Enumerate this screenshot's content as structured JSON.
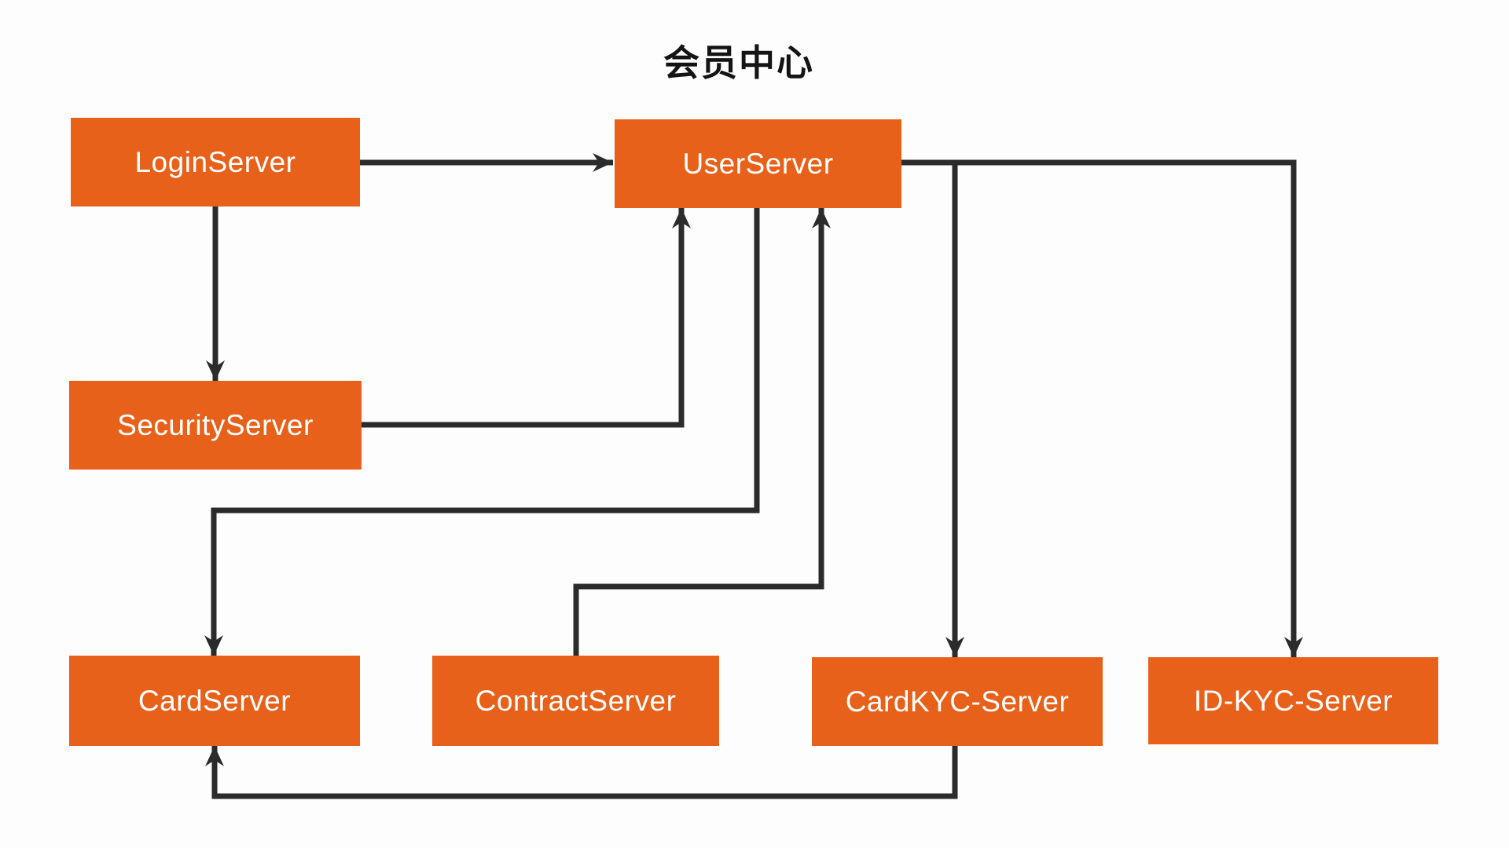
{
  "title": "会员中心",
  "colors": {
    "node_fill": "#e8611a",
    "node_text": "#ffffff",
    "line": "#2b2b2b",
    "title_text": "#141414",
    "background": "#fdfdfd"
  },
  "nodes": [
    {
      "id": "login-server",
      "label": "LoginServer"
    },
    {
      "id": "user-server",
      "label": "UserServer"
    },
    {
      "id": "security-server",
      "label": "SecurityServer"
    },
    {
      "id": "card-server",
      "label": "CardServer"
    },
    {
      "id": "contract-server",
      "label": "ContractServer"
    },
    {
      "id": "card-kyc-server",
      "label": "CardKYC-Server"
    },
    {
      "id": "id-kyc-server",
      "label": "ID-KYC-Server"
    }
  ],
  "edges": [
    {
      "from": "LoginServer",
      "to": "UserServer"
    },
    {
      "from": "LoginServer",
      "to": "SecurityServer"
    },
    {
      "from": "SecurityServer",
      "to": "UserServer"
    },
    {
      "from": "UserServer",
      "to": "CardServer"
    },
    {
      "from": "ContractServer",
      "to": "UserServer"
    },
    {
      "from": "UserServer",
      "to": "CardKYC-Server"
    },
    {
      "from": "UserServer",
      "to": "ID-KYC-Server"
    },
    {
      "from": "CardKYC-Server",
      "to": "CardServer"
    }
  ]
}
